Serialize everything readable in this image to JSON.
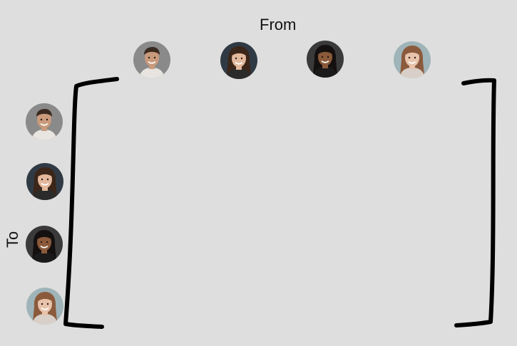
{
  "labels": {
    "from": "From",
    "to": "To"
  },
  "people": [
    {
      "id": "man-dark-hair",
      "skin": "#c99a7c",
      "hair": "#3a2a20",
      "bg": "#8a8a8a",
      "shirt": "#e8e4e0"
    },
    {
      "id": "woman-brown-hair",
      "skin": "#e2b89c",
      "hair": "#3b2619",
      "bg": "#2f3a44",
      "shirt": "#2b2b2b"
    },
    {
      "id": "woman-black-hair",
      "skin": "#8a5a3a",
      "hair": "#151010",
      "bg": "#3a3a3a",
      "shirt": "#1a1a1a"
    },
    {
      "id": "woman-light-hair",
      "skin": "#e8c3ab",
      "hair": "#8b5a3c",
      "bg": "#9fb4b8",
      "shirt": "#d8d0c8"
    }
  ],
  "colors": {
    "background": "#dedede",
    "bracket": "#000000"
  }
}
